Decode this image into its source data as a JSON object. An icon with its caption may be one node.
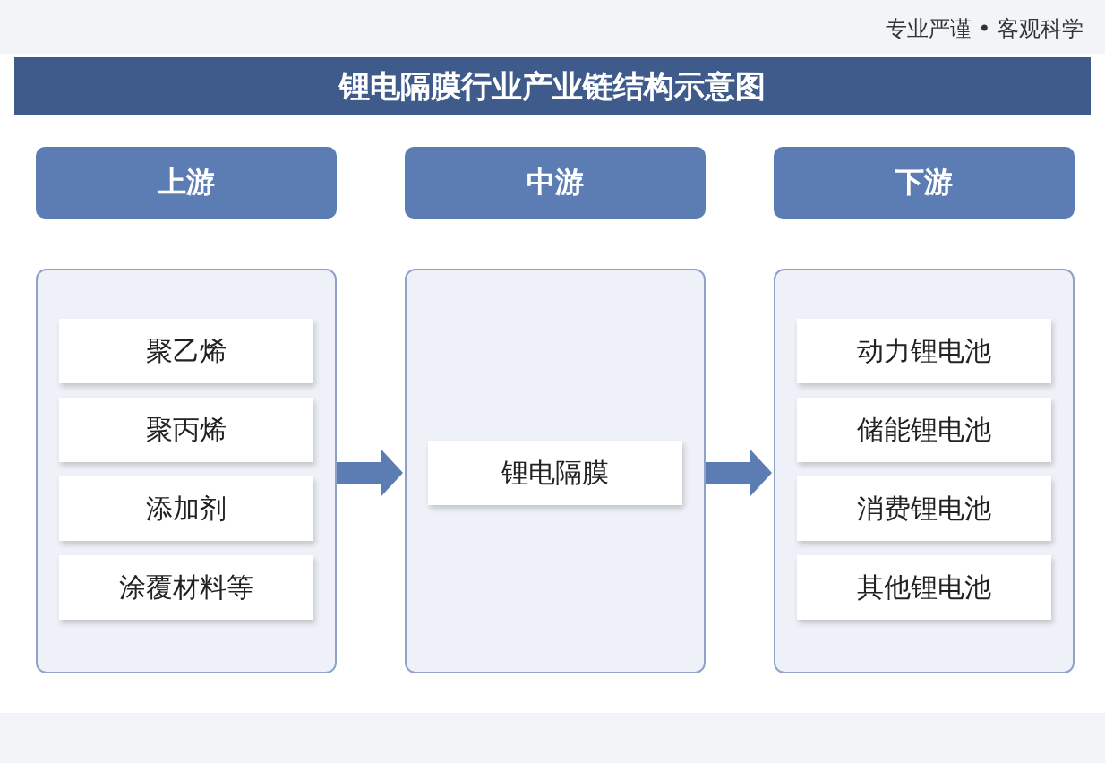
{
  "diagram": {
    "title": "锂电隔膜行业产业链结构示意图",
    "nodes": [
      {
        "text": [
          "上游"
        ]
      },
      {
        "text": [
          "中游"
        ]
      },
      {
        "text": [
          "下游"
        ]
      },
      {
        "text": [],
        "shape": "box"
      },
      {
        "text": [
          "聚乙烯"
        ],
        "in": 3
      },
      {
        "text": [
          "聚丙烯"
        ],
        "in": 3
      },
      {
        "text": [
          "添加剂"
        ],
        "in": 3
      },
      {
        "text": [
          "涂覆材料等"
        ],
        "in": 3
      },
      {
        "text": [],
        "shape": "box"
      },
      {
        "text": [
          "锂电隔膜"
        ],
        "in": 8
      },
      {
        "text": [],
        "shape": "box"
      },
      {
        "text": [
          "动力锂电池"
        ],
        "in": 10
      },
      {
        "text": [
          "储能锂电池"
        ],
        "in": 10
      },
      {
        "text": [
          "消费锂电池"
        ],
        "in": 10
      },
      {
        "text": [
          "其他锂电池"
        ],
        "in": 10
      }
    ],
    "edges": [
      {
        "from": 3,
        "to": 8,
        "arrow": "to"
      },
      {
        "from": 8,
        "to": 10,
        "arrow": "to"
      }
    ],
    "labels": [
      "专业严谨 • 客观科学"
    ]
  }
}
